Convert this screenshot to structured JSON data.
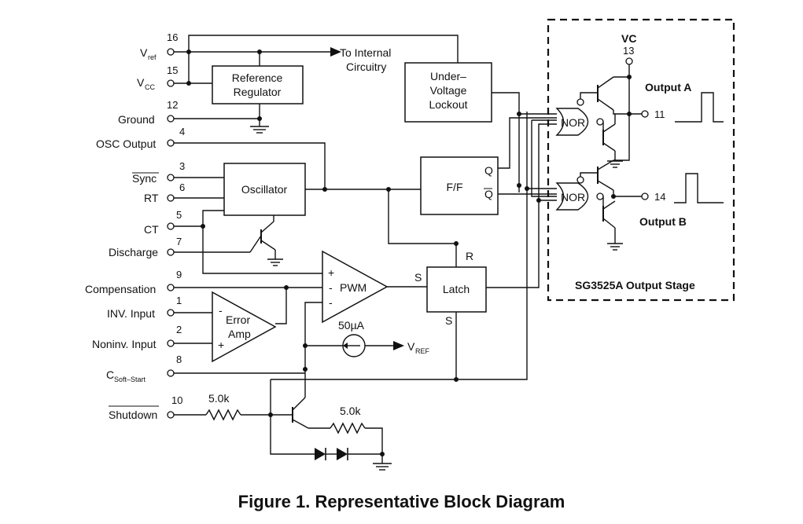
{
  "caption": "Figure 1. Representative Block Diagram",
  "pins": [
    {
      "num": "16",
      "label": "V",
      "sub": "ref"
    },
    {
      "num": "15",
      "label": "V",
      "sub": "CC"
    },
    {
      "num": "12",
      "label": "Ground",
      "sub": ""
    },
    {
      "num": "4",
      "label": "OSC Output",
      "sub": ""
    },
    {
      "num": "3",
      "label": "Sync",
      "sub": ""
    },
    {
      "num": "6",
      "label": "RT",
      "sub": ""
    },
    {
      "num": "5",
      "label": "CT",
      "sub": ""
    },
    {
      "num": "7",
      "label": "Discharge",
      "sub": ""
    },
    {
      "num": "9",
      "label": "Compensation",
      "sub": ""
    },
    {
      "num": "1",
      "label": "INV. Input",
      "sub": ""
    },
    {
      "num": "2",
      "label": "Noninv. Input",
      "sub": ""
    },
    {
      "num": "8",
      "label": "C",
      "sub": "Soft–Start"
    },
    {
      "num": "10",
      "label": "Shutdown",
      "sub": ""
    }
  ],
  "blocks": {
    "reference_regulator": [
      "Reference",
      "Regulator"
    ],
    "under_voltage_lockout": [
      "Under–",
      "Voltage",
      "Lockout"
    ],
    "to_internal": [
      "To Internal",
      "Circuitry"
    ],
    "oscillator": "Oscillator",
    "flip_flop": "F/F",
    "ff_q": "Q",
    "ff_qbar": "Q",
    "latch": "Latch",
    "latch_r": "R",
    "latch_s_top": "S",
    "latch_s_bottom": "S",
    "pwm": "PWM",
    "error_amp": [
      "Error",
      "Amp"
    ],
    "current_source": "50µA",
    "vref": "V",
    "vref_sub": "REF",
    "resistor_1": "5.0k",
    "resistor_2": "5.0k",
    "nor_a": "NOR",
    "nor_b": "NOR"
  },
  "output_stage": {
    "title": "SG3525A Output Stage",
    "vc_label": "VC",
    "vc_pin": "13",
    "output_a": "Output A",
    "output_a_pin": "11",
    "output_b": "Output B",
    "output_b_pin": "14"
  }
}
